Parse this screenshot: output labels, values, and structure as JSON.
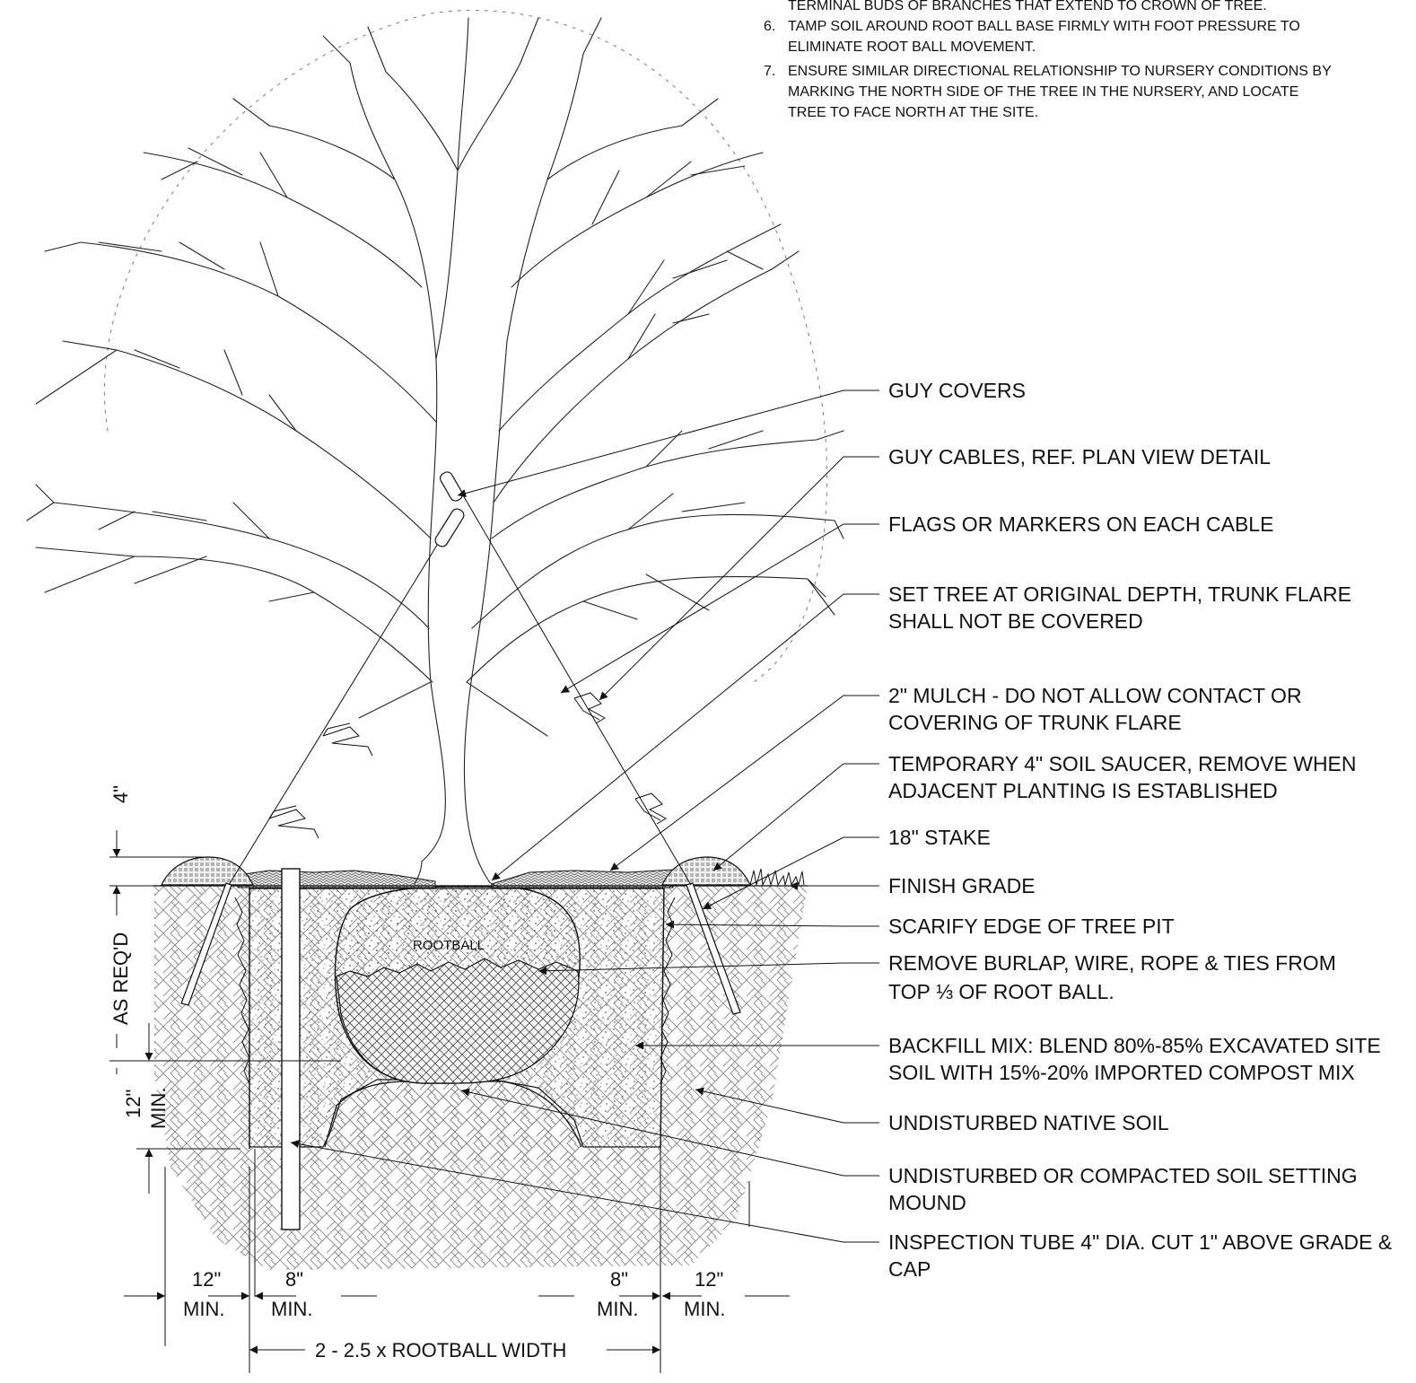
{
  "notes": [
    {
      "num": "",
      "lines": [
        "TERMINAL BUDS OF BRANCHES THAT EXTEND TO CROWN OF TREE."
      ]
    },
    {
      "num": "6.",
      "lines": [
        "TAMP SOIL AROUND ROOT BALL BASE FIRMLY WITH FOOT PRESSURE TO",
        "ELIMINATE ROOT BALL MOVEMENT."
      ]
    },
    {
      "num": "7.",
      "lines": [
        "ENSURE SIMILAR DIRECTIONAL RELATIONSHIP TO NURSERY CONDITIONS BY",
        "MARKING THE NORTH SIDE OF THE TREE IN THE NURSERY, AND LOCATE",
        "TREE TO FACE NORTH AT THE SITE."
      ]
    }
  ],
  "callouts": [
    {
      "id": "guy-covers",
      "lines": [
        "GUY COVERS"
      ]
    },
    {
      "id": "guy-cables",
      "lines": [
        "GUY CABLES, REF. PLAN VIEW DETAIL"
      ]
    },
    {
      "id": "flags",
      "lines": [
        "FLAGS OR MARKERS ON EACH CABLE"
      ]
    },
    {
      "id": "set-tree",
      "lines": [
        "SET TREE AT ORIGINAL DEPTH, TRUNK FLARE",
        "SHALL NOT BE COVERED"
      ]
    },
    {
      "id": "mulch",
      "lines": [
        "2\" MULCH - DO NOT ALLOW CONTACT OR",
        "COVERING OF TRUNK FLARE"
      ]
    },
    {
      "id": "saucer",
      "lines": [
        "TEMPORARY 4\" SOIL SAUCER, REMOVE WHEN",
        "ADJACENT PLANTING IS ESTABLISHED"
      ]
    },
    {
      "id": "stake",
      "lines": [
        "18\" STAKE"
      ]
    },
    {
      "id": "finish-grade",
      "lines": [
        "FINISH GRADE"
      ]
    },
    {
      "id": "scarify",
      "lines": [
        "SCARIFY EDGE OF TREE PIT"
      ]
    },
    {
      "id": "burlap",
      "lines": [
        "REMOVE  BURLAP, WIRE, ROPE & TIES FROM",
        "TOP ⅓ OF ROOT BALL."
      ]
    },
    {
      "id": "backfill",
      "lines": [
        "BACKFILL MIX: BLEND 80%-85% EXCAVATED SITE",
        "SOIL  WITH 15%-20% IMPORTED COMPOST MIX"
      ]
    },
    {
      "id": "native-soil",
      "lines": [
        "UNDISTURBED NATIVE SOIL"
      ]
    },
    {
      "id": "setting-mound",
      "lines": [
        "UNDISTURBED OR COMPACTED SOIL SETTING",
        "MOUND"
      ]
    },
    {
      "id": "inspection-tube",
      "lines": [
        "INSPECTION TUBE 4\" DIA. CUT 1\" ABOVE GRADE &",
        "CAP"
      ]
    }
  ],
  "rootball_label": "ROOTBALL",
  "dimensions": {
    "saucer_height": "4\"",
    "as_reqd": "AS REQ'D",
    "mound_height_value": "12\"",
    "mound_height_min": "MIN.",
    "left_outer_value": "12\"",
    "left_outer_min": "MIN.",
    "left_inner_value": "8\"",
    "left_inner_min": "MIN.",
    "right_inner_value": "8\"",
    "right_inner_min": "MIN.",
    "right_outer_value": "12\"",
    "right_outer_min": "MIN.",
    "pit_width": "2 - 2.5 x ROOTBALL WIDTH"
  }
}
